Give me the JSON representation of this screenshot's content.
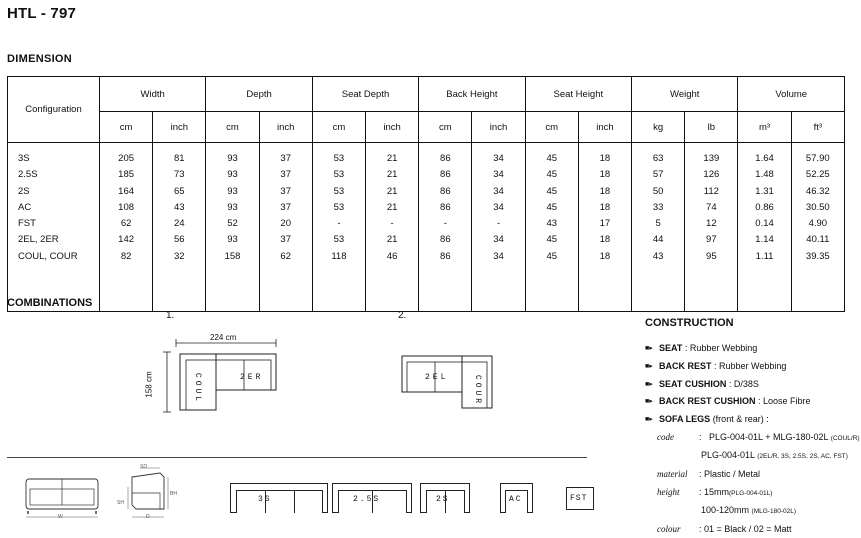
{
  "title": "HTL - 797",
  "dimension": {
    "heading": "DIMENSION",
    "config_header": "Configuration",
    "groups": [
      {
        "name": "Width",
        "units": [
          "cm",
          "inch"
        ]
      },
      {
        "name": "Depth",
        "units": [
          "cm",
          "inch"
        ]
      },
      {
        "name": "Seat Depth",
        "units": [
          "cm",
          "inch"
        ]
      },
      {
        "name": "Back Height",
        "units": [
          "cm",
          "inch"
        ]
      },
      {
        "name": "Seat Height",
        "units": [
          "cm",
          "inch"
        ]
      },
      {
        "name": "Weight",
        "units": [
          "kg",
          "lb"
        ]
      },
      {
        "name": "Volume",
        "units": [
          "m³",
          "ft³"
        ]
      }
    ],
    "rows": [
      {
        "config": "3S",
        "values": [
          "205",
          "81",
          "93",
          "37",
          "53",
          "21",
          "86",
          "34",
          "45",
          "18",
          "63",
          "139",
          "1.64",
          "57.90"
        ]
      },
      {
        "config": "2.5S",
        "values": [
          "185",
          "73",
          "93",
          "37",
          "53",
          "21",
          "86",
          "34",
          "45",
          "18",
          "57",
          "126",
          "1.48",
          "52.25"
        ]
      },
      {
        "config": "2S",
        "values": [
          "164",
          "65",
          "93",
          "37",
          "53",
          "21",
          "86",
          "34",
          "45",
          "18",
          "50",
          "112",
          "1.31",
          "46.32"
        ]
      },
      {
        "config": "AC",
        "values": [
          "108",
          "43",
          "93",
          "37",
          "53",
          "21",
          "86",
          "34",
          "45",
          "18",
          "33",
          "74",
          "0.86",
          "30.50"
        ]
      },
      {
        "config": "FST",
        "values": [
          "62",
          "24",
          "52",
          "20",
          "-",
          "-",
          "-",
          "-",
          "43",
          "17",
          "5",
          "12",
          "0.14",
          "4.90"
        ]
      },
      {
        "config": "2EL, 2ER",
        "values": [
          "142",
          "56",
          "93",
          "37",
          "53",
          "21",
          "86",
          "34",
          "45",
          "18",
          "44",
          "97",
          "1.14",
          "40.11"
        ]
      },
      {
        "config": "COUL, COUR",
        "values": [
          "82",
          "32",
          "158",
          "62",
          "118",
          "46",
          "86",
          "34",
          "45",
          "18",
          "43",
          "95",
          "1.11",
          "39.35"
        ]
      }
    ]
  },
  "combinations": {
    "heading": "COMBINATIONS",
    "c1": {
      "number": "1.",
      "width_dim": "224 cm",
      "depth_dim": "158 cm",
      "part_a": "COUL",
      "part_b": "2ER"
    },
    "c2": {
      "number": "2.",
      "part_a": "2EL",
      "part_b": "COUR"
    },
    "sketch_labels": {
      "top": "SD",
      "w": "W",
      "d": "D",
      "bh": "BH",
      "sh": "SH"
    },
    "modules": [
      "3S",
      "2.5S",
      "2S",
      "AC",
      "FST"
    ]
  },
  "construction": {
    "heading": "CONSTRUCTION",
    "items": [
      {
        "key": "SEAT",
        "value": " : Rubber Webbing"
      },
      {
        "key": "BACK REST",
        "value": " : Rubber Webbing"
      },
      {
        "key": "SEAT CUSHION",
        "value": " : D/38S"
      },
      {
        "key": "BACK REST CUSHION",
        "value": " : Loose Fibre"
      },
      {
        "key": "SOFA LEGS",
        "value": " (front & rear) :"
      }
    ],
    "code_label": "code",
    "code_sep": ":",
    "code1": "PLG-004-01L + MLG-180-02L",
    "code1_note": "(COUL/R)",
    "code2": "PLG-004-01L",
    "code2_note": "(2EL/R, 3S, 2.5S, 2S, AC, FST)",
    "material_label": "material",
    "material": ": Plastic / Metal",
    "height_label": "height",
    "height1": ":  15mm",
    "height1_note": "(PLG-004-01L)",
    "height2": "100-120mm",
    "height2_note": "(MLG-180-02L)",
    "colour_label": "colour",
    "colour": ":  01 = Black / 02 = Matt"
  }
}
